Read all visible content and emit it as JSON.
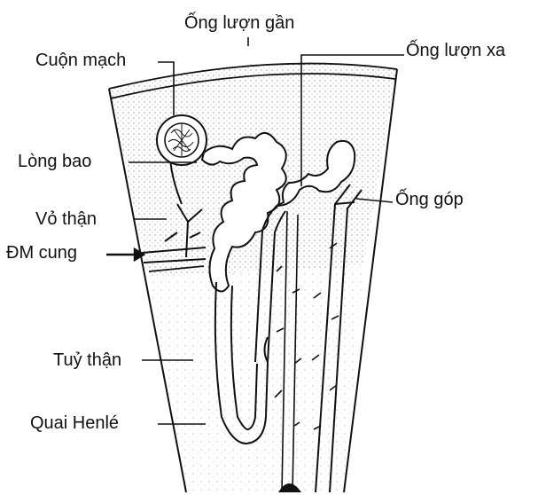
{
  "diagram": {
    "colors": {
      "ink": "#111111",
      "paper": "#ffffff",
      "stipple": "#555555"
    },
    "labels": {
      "proximal_tubule": "Ống lượn gần",
      "glomerulus": "Cuộn mạch",
      "distal_tubule": "Ống lượn xa",
      "bowman_capsule": "Lòng bao",
      "collecting_duct": "Ống góp",
      "cortex": "Vỏ thận",
      "arcuate_artery": "ĐM cung",
      "medulla": "Tuỷ thận",
      "loop_of_henle": "Quai Henlé"
    }
  }
}
